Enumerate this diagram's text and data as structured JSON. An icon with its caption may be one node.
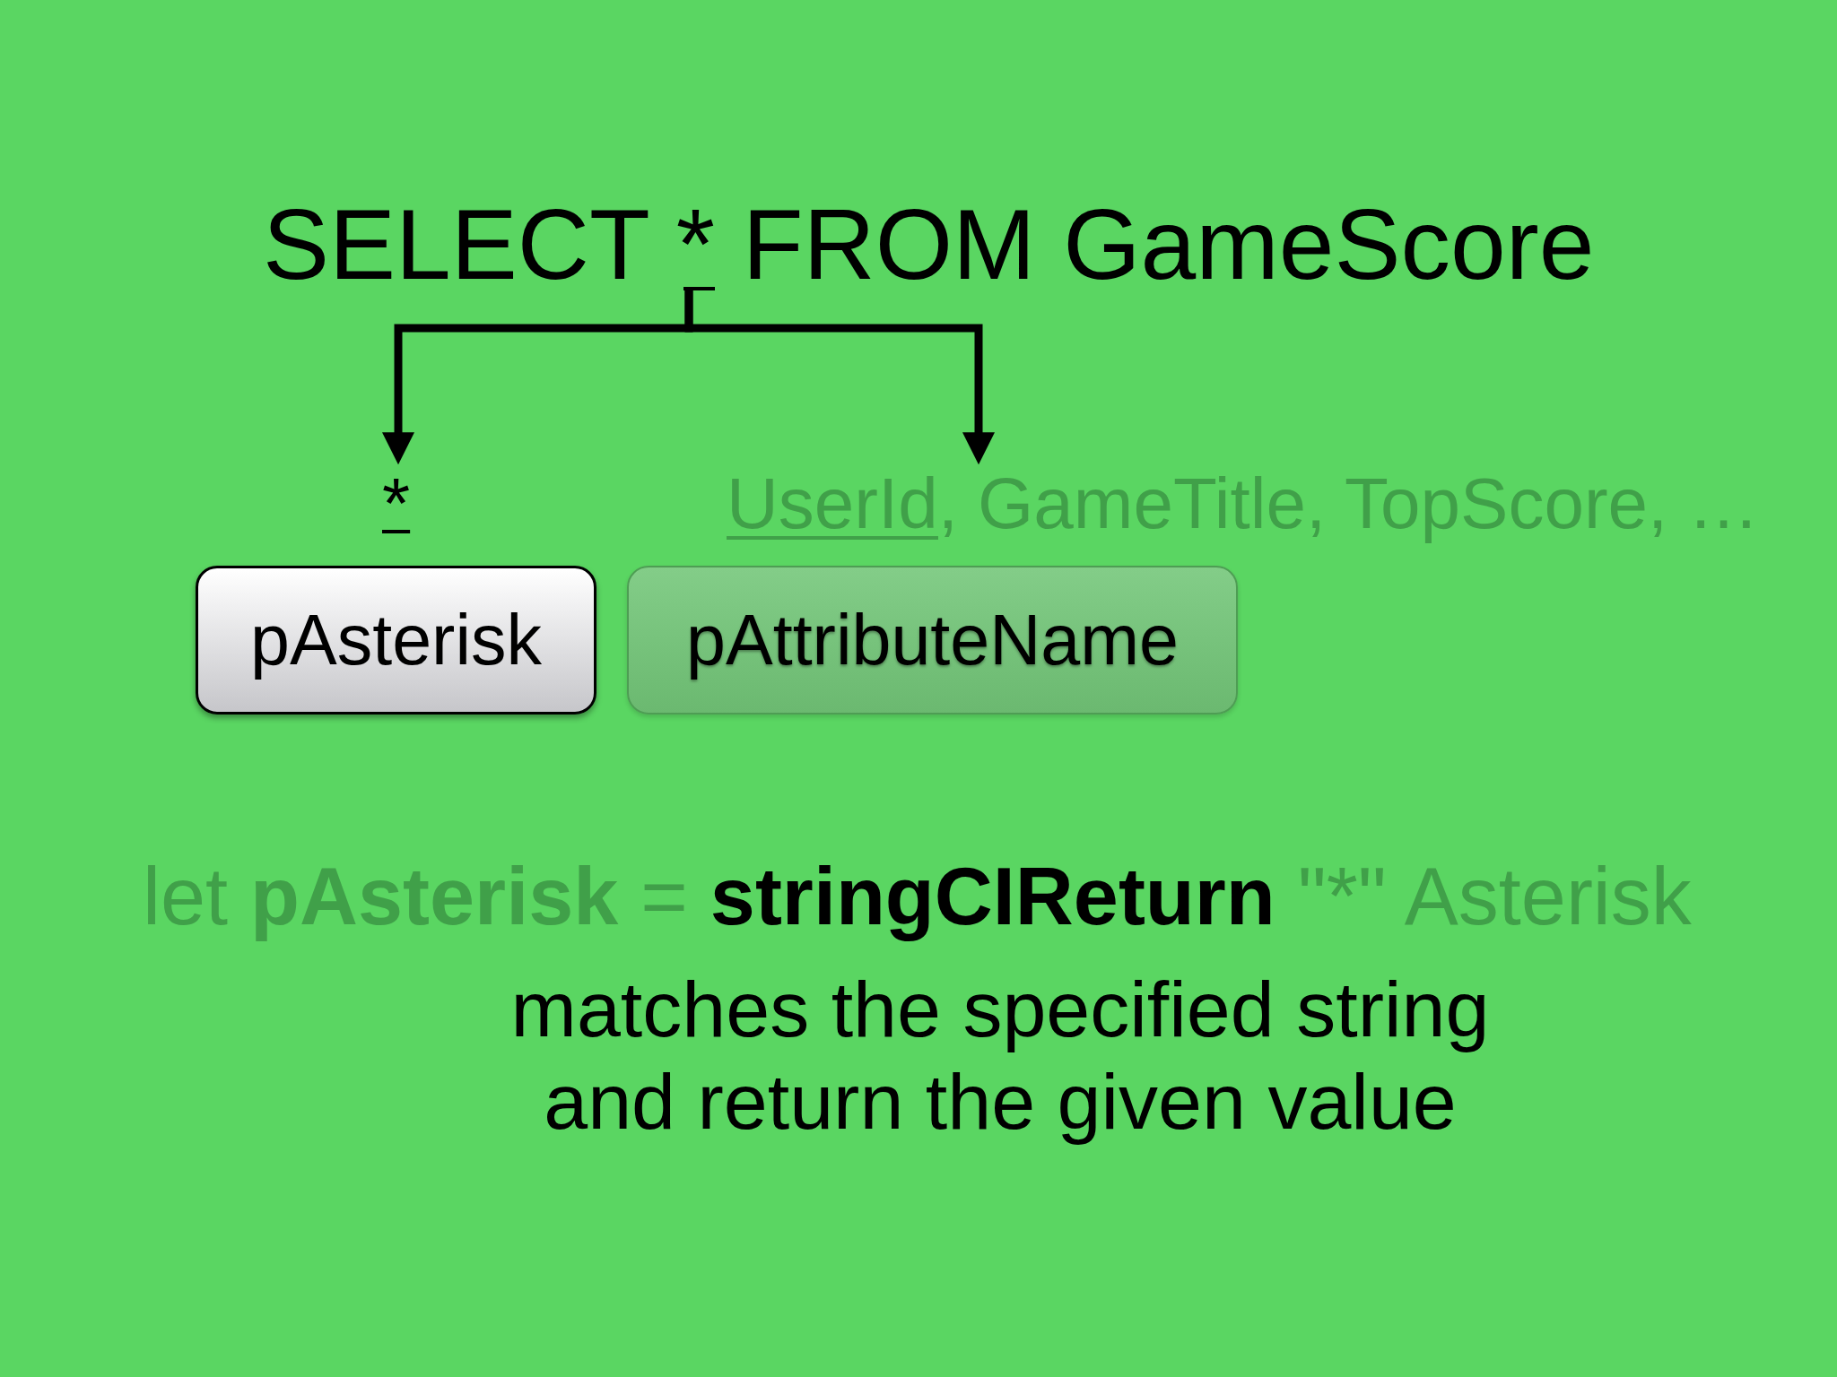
{
  "diagram": {
    "nodes": [
      {
        "text": [
          "SELECT * FROM GameScore"
        ]
      },
      {
        "text": [
          "*"
        ]
      },
      {
        "text": [
          "UserId, GameTitle, TopScore, …"
        ]
      },
      {
        "text": [
          "pAsterisk"
        ]
      },
      {
        "text": [
          "pAttributeName"
        ]
      }
    ],
    "edges": [
      {
        "from": 0,
        "to": 1,
        "arrow": "to"
      },
      {
        "from": 0,
        "to": 2,
        "arrow": "to"
      }
    ],
    "labels": [
      "let **pAsterisk** = **stringCIReturn** \"*\" Asterisk",
      "matches the specified string and return the given value"
    ]
  }
}
